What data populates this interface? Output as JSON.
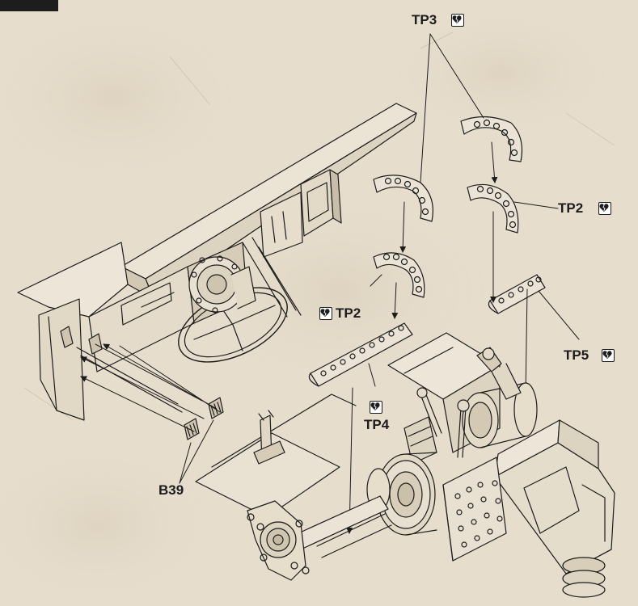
{
  "part_labels": {
    "tp3": "TP3",
    "tp2_right": "TP2",
    "tp2_left": "TP2",
    "tp5": "TP5",
    "tp4": "TP4",
    "b39": "B39"
  },
  "colors": {
    "paper": "#e6ddcd",
    "ink": "#1c1c1c",
    "step_tab": "#1d1d1d"
  },
  "icons": {
    "part_badge": "broken-heart-icon"
  }
}
